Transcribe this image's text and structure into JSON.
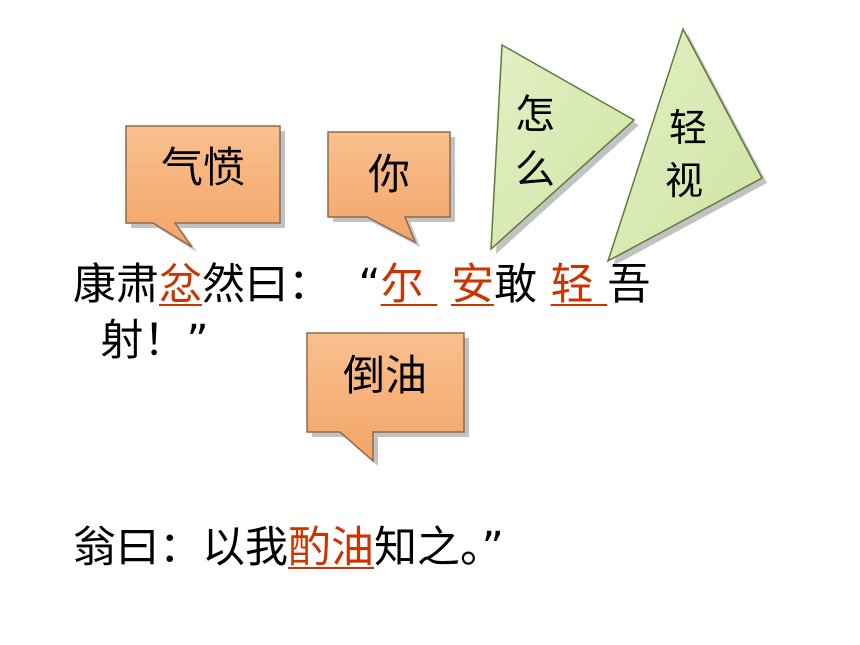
{
  "callouts": {
    "angry": "气愤",
    "you": "你",
    "how_1": "怎",
    "how_2": "么",
    "slight_1": "轻",
    "slight_2": "视",
    "pour_oil": "倒油"
  },
  "sentence_1": {
    "p1": "康肃",
    "w1": "忿",
    "p2": "然曰：  “",
    "w2": "尔 ",
    "p3": " ",
    "w3": "安",
    "p4": "敢 ",
    "w4": "轻 ",
    "p5": "吾",
    "line2": "  射！”"
  },
  "sentence_2": {
    "p1": "翁曰：以我",
    "w1": "酌油",
    "p2": "知之。”"
  },
  "colors": {
    "callout_rect_fill": "#f6b07a",
    "callout_rect_stroke": "#8c6a4e",
    "callout_triangle_fill": "#d7e8b0",
    "callout_triangle_stroke": "#5f7a3c",
    "highlight_text": "#cc3300"
  }
}
